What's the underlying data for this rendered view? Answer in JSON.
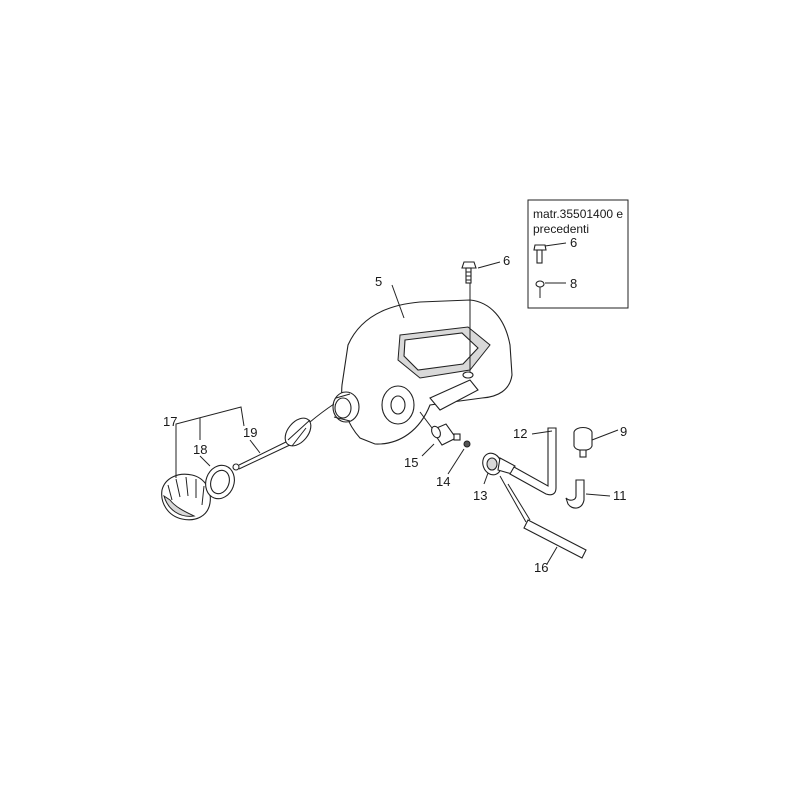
{
  "inset": {
    "note_line1": "matr.35501400 e",
    "note_line2": "precedenti",
    "callouts": [
      "6",
      "8"
    ]
  },
  "callouts": {
    "p5": "5",
    "p6": "6",
    "p9": "9",
    "p11": "11",
    "p12": "12",
    "p13": "13",
    "p14": "14",
    "p15": "15",
    "p16": "16",
    "p17": "17",
    "p18": "18",
    "p19": "19"
  }
}
